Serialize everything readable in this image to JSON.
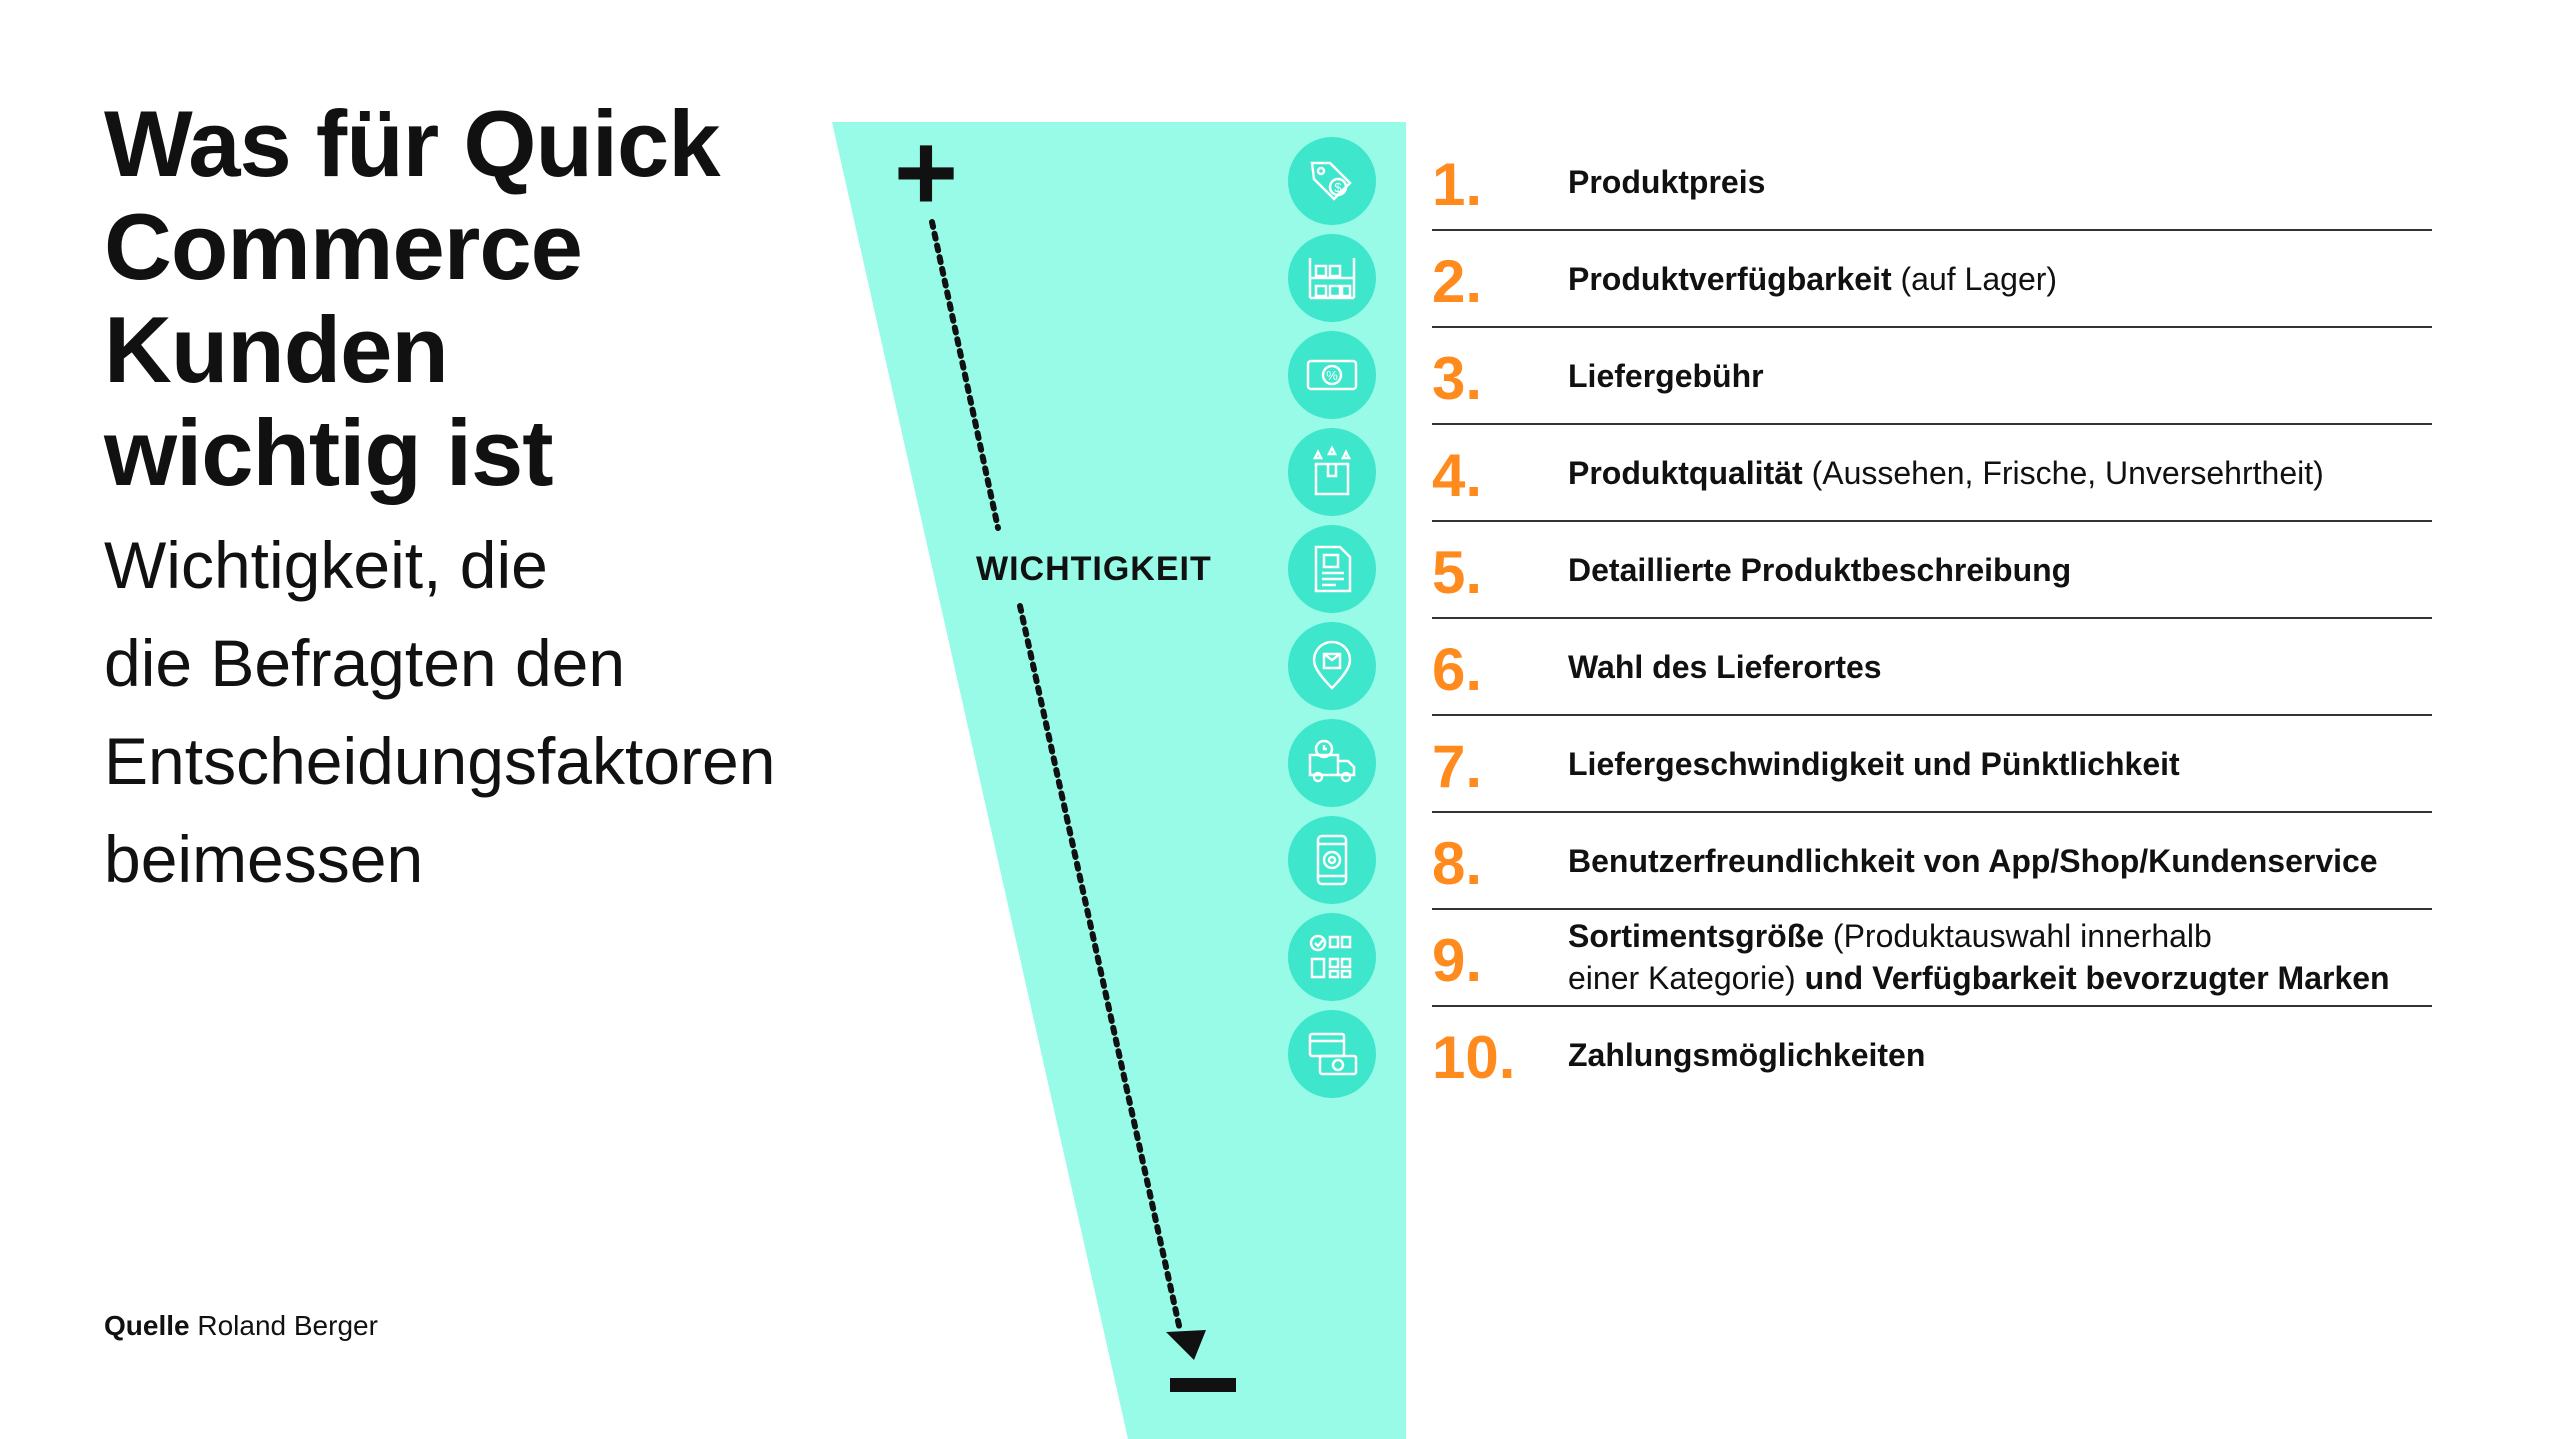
{
  "title_lines": [
    "Was für Quick",
    "Commerce",
    "Kunden",
    "wichtig ist"
  ],
  "subtitle_lines": [
    "Wichtigkeit, die",
    "die Befragten den",
    "Entscheidungsfaktoren",
    "beimessen"
  ],
  "source": {
    "label": "Quelle",
    "value": "Roland Berger"
  },
  "axis": {
    "plus": "+",
    "minus": "−",
    "label": "WICHTIGKEIT"
  },
  "colors": {
    "funnel": "#97fbe8",
    "icon_circle": "#3ee6cc",
    "number": "#ff8a1e"
  },
  "factors": [
    {
      "rank": "1.",
      "bold": "Produktpreis",
      "normal": "",
      "icon": "price-tag-icon"
    },
    {
      "rank": "2.",
      "bold": "Produktverfügbarkeit",
      "normal": " (auf Lager)",
      "icon": "warehouse-shelf-icon"
    },
    {
      "rank": "3.",
      "bold": "Liefergebühr",
      "normal": "",
      "icon": "fee-banknote-icon"
    },
    {
      "rank": "4.",
      "bold": "Produktqualität",
      "normal": " (Aussehen, Frische, Unversehrtheit)",
      "icon": "quality-box-stars-icon"
    },
    {
      "rank": "5.",
      "bold": "Detaillierte Produktbeschreibung",
      "normal": "",
      "icon": "product-description-doc-icon"
    },
    {
      "rank": "6.",
      "bold": "Wahl des Lieferortes",
      "normal": "",
      "icon": "delivery-location-icon"
    },
    {
      "rank": "7.",
      "bold": "Liefergeschwindigkeit und Pünktlichkeit",
      "normal": "",
      "icon": "fast-delivery-truck-icon"
    },
    {
      "rank": "8.",
      "bold": "Benutzerfreundlichkeit von App/Shop/Kundenservice",
      "normal": "",
      "icon": "mobile-app-icon"
    },
    {
      "rank": "9.",
      "bold": "Sortimentsgröße",
      "normal": " (Produktauswahl innerhalb",
      "line2_normal": "einer Kategorie) ",
      "line2_bold": "und Verfügbarkeit bevorzugter Marken",
      "icon": "assortment-shelf-icon"
    },
    {
      "rank": "10.",
      "bold": "Zahlungsmöglichkeiten",
      "normal": "",
      "icon": "payment-card-cash-icon"
    }
  ]
}
